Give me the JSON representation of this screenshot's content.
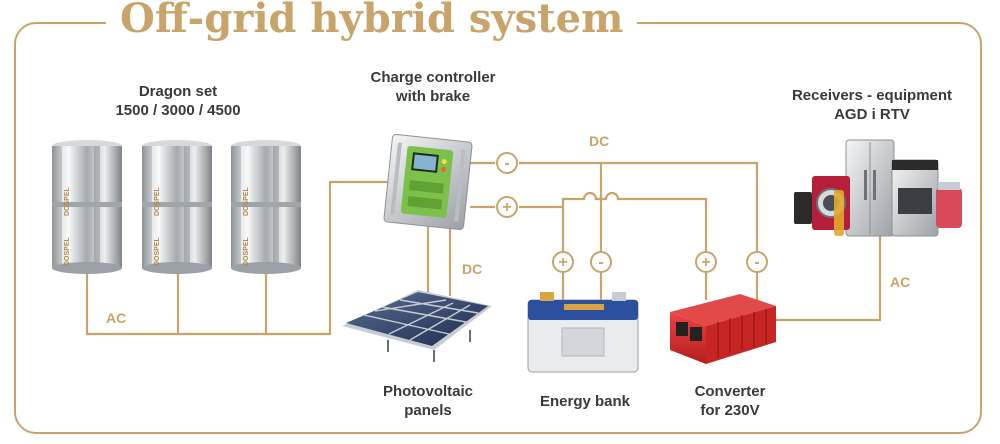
{
  "title": "Off-grid hybrid system",
  "labels": {
    "dragon_set_line1": "Dragon set",
    "dragon_set_line2": "1500 / 3000 / 4500",
    "charge_controller_line1": "Charge controller",
    "charge_controller_line2": "with brake",
    "receivers_line1": "Receivers - equipment",
    "receivers_line2": "AGD i RTV",
    "photovoltaic_line1": "Photovoltaic",
    "photovoltaic_line2": "panels",
    "energy_bank": "Energy bank",
    "converter_line1": "Converter",
    "converter_line2": "for 230V"
  },
  "wires": {
    "ac_left": "AC",
    "dc_top": "DC",
    "dc_mid": "DC",
    "ac_right": "AC"
  },
  "terminals": {
    "minus": "-",
    "plus": "+"
  },
  "turbine_brand": "DOSPEL",
  "colors": {
    "accent": "#c9a46a",
    "controller_green": "#7cc24a",
    "converter_red": "#d42a2a",
    "battery_blue": "#2c4f9e"
  }
}
